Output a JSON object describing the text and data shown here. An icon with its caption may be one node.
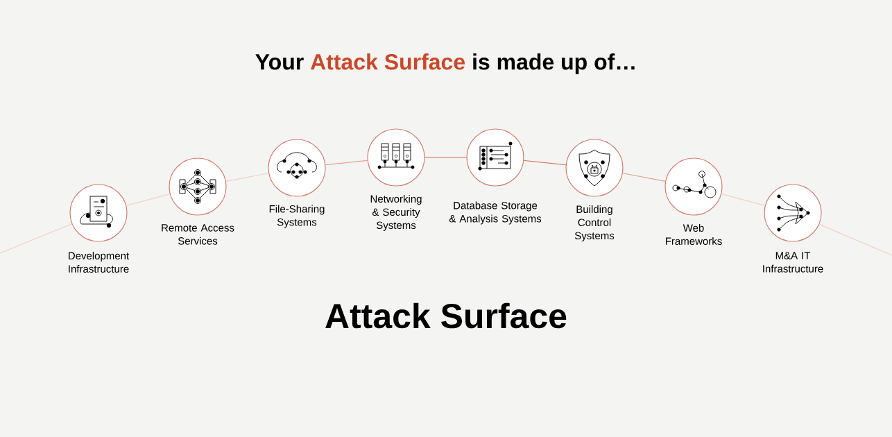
{
  "diagram": {
    "title": "Your **Attack Surface** is made up of…",
    "nodes": [
      {
        "text": [
          "Development Infrastructure"
        ]
      },
      {
        "text": [
          "Remote Access Services"
        ]
      },
      {
        "text": [
          "File-Sharing Systems"
        ]
      },
      {
        "text": [
          "Networking & Security Systems"
        ]
      },
      {
        "text": [
          "Database Storage & Analysis Systems"
        ]
      },
      {
        "text": [
          "Building Control Systems"
        ]
      },
      {
        "text": [
          "Web Frameworks"
        ]
      },
      {
        "text": [
          "M&A IT Infrastructure"
        ]
      }
    ],
    "edges": [
      {
        "from": null,
        "to": 0,
        "arrow": "none"
      },
      {
        "from": 0,
        "to": 1,
        "arrow": "none"
      },
      {
        "from": 1,
        "to": 2,
        "arrow": "none"
      },
      {
        "from": 2,
        "to": 3,
        "arrow": "none",
        "color": "#e0a594"
      },
      {
        "from": 3,
        "to": 4,
        "arrow": "none",
        "color": "#d06a50"
      },
      {
        "from": 4,
        "to": 5,
        "arrow": "none",
        "color": "#d67e66"
      },
      {
        "from": 5,
        "to": 6,
        "arrow": "none",
        "color": "#e0a594"
      },
      {
        "from": 6,
        "to": 7,
        "arrow": "none"
      },
      {
        "from": 7,
        "to": null,
        "arrow": "none"
      }
    ],
    "labels": [
      "Attack Surface"
    ]
  }
}
